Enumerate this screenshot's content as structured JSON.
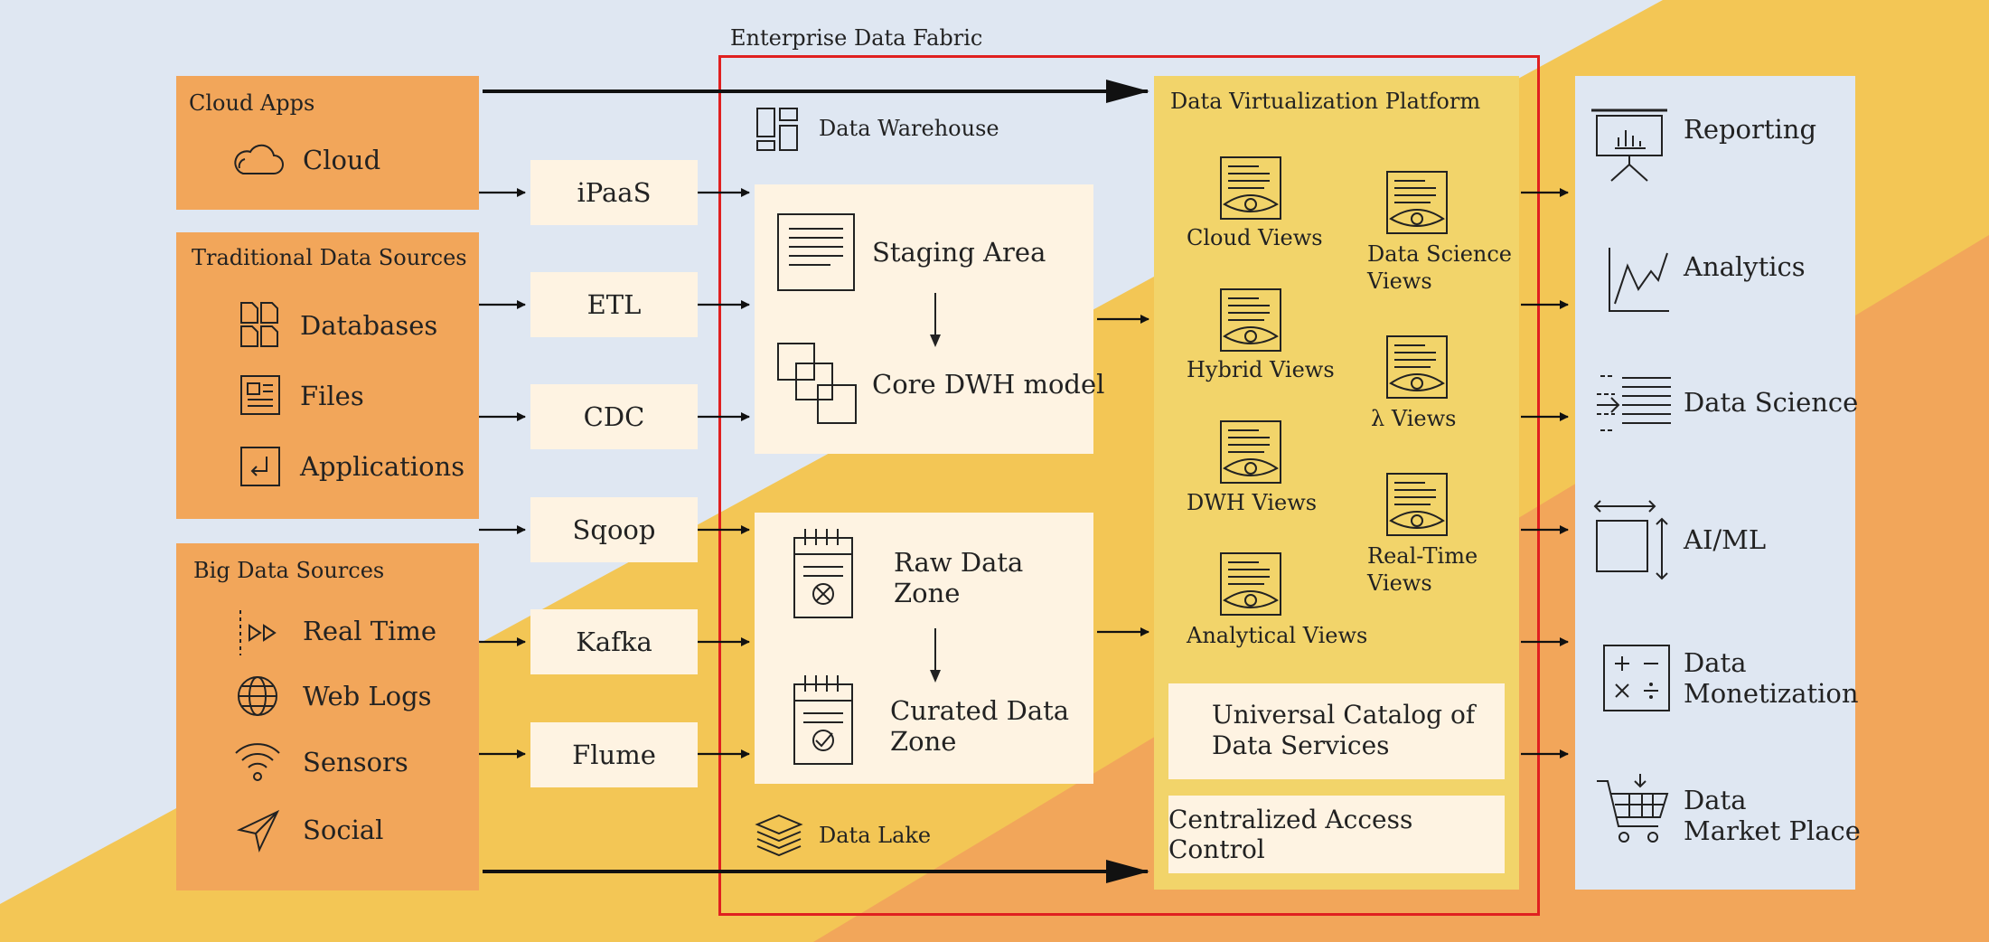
{
  "fabric_title": "Enterprise Data Fabric",
  "sources": {
    "cloud_apps": {
      "title": "Cloud Apps",
      "items": [
        {
          "label": "Cloud",
          "icon": "cloud-icon"
        }
      ]
    },
    "traditional": {
      "title": "Traditional Data Sources",
      "items": [
        {
          "label": "Databases",
          "icon": "databases-icon"
        },
        {
          "label": "Files",
          "icon": "files-icon"
        },
        {
          "label": "Applications",
          "icon": "applications-icon"
        }
      ]
    },
    "big_data": {
      "title": "Big Data Sources",
      "items": [
        {
          "label": "Real Time",
          "icon": "real-time-icon"
        },
        {
          "label": "Web Logs",
          "icon": "globe-icon"
        },
        {
          "label": "Sensors",
          "icon": "sensors-icon"
        },
        {
          "label": "Social",
          "icon": "send-icon"
        }
      ]
    }
  },
  "integration": [
    "iPaaS",
    "ETL",
    "CDC",
    "Sqoop",
    "Kafka",
    "Flume"
  ],
  "warehouse": {
    "title": "Data Warehouse",
    "staging": "Staging Area",
    "core": "Core DWH model"
  },
  "lake": {
    "title": "Data Lake",
    "raw_line1": "Raw Data",
    "raw_line2": "Zone",
    "curated_line1": "Curated Data",
    "curated_line2": "Zone"
  },
  "virtualization": {
    "title": "Data Virtualization Platform",
    "views_left": [
      "Cloud Views",
      "Hybrid Views",
      "DWH Views",
      "Analytical Views"
    ],
    "views_right": [
      {
        "line1": "Data Science",
        "line2": "Views"
      },
      {
        "line1": "λ Views",
        "line2": ""
      },
      {
        "line1": "Real-Time",
        "line2": "Views"
      }
    ],
    "catalog_line1": "Universal Catalog of",
    "catalog_line2": "Data Services",
    "access_control": "Centralized Access Control"
  },
  "consumers": [
    {
      "line1": "Reporting",
      "line2": "",
      "icon": "presentation-icon"
    },
    {
      "line1": "Analytics",
      "line2": "",
      "icon": "line-chart-icon"
    },
    {
      "line1": "Data Science",
      "line2": "",
      "icon": "data-science-icon"
    },
    {
      "line1": "AI/ML",
      "line2": "",
      "icon": "ai-ml-icon"
    },
    {
      "line1": "Data",
      "line2": "Monetization",
      "icon": "calculator-icon"
    },
    {
      "line1": "Data",
      "line2": "Market Place",
      "icon": "cart-icon"
    }
  ],
  "colors": {
    "background_blue": "#dfe7f2",
    "band_yellow": "#f3c655",
    "band_orange": "#f2a65a",
    "fabric_border": "#e02020",
    "cream": "#fef3e2",
    "platform_yellow": "#f2d46a"
  }
}
